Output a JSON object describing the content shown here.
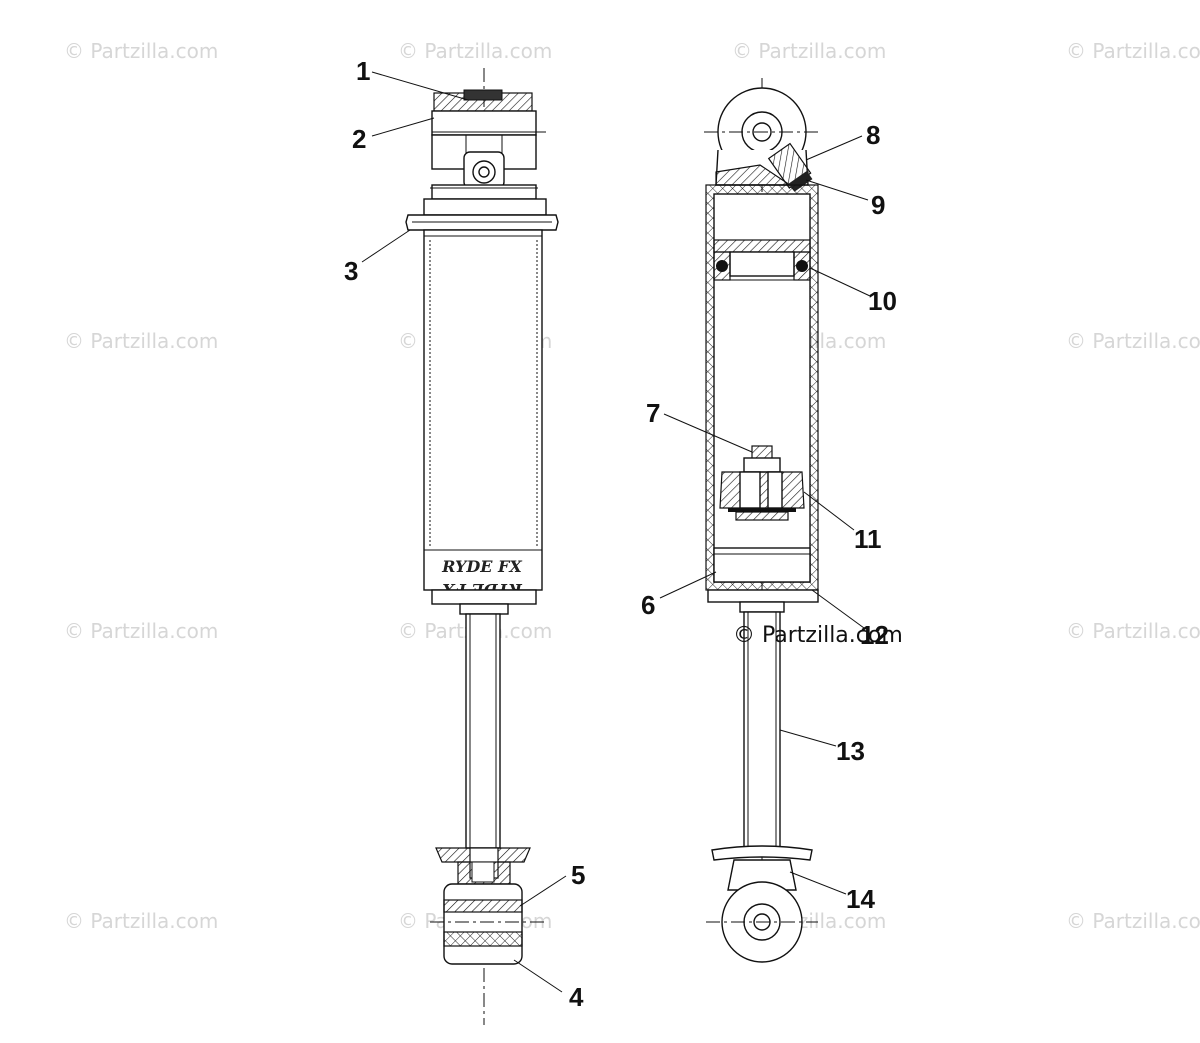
{
  "watermark_text": "© Partzilla.com",
  "copyright_stamp": "© Partzilla.com",
  "shock_logo_text": "RYDE FX",
  "callouts": [
    {
      "id": "1",
      "label": "1"
    },
    {
      "id": "2",
      "label": "2"
    },
    {
      "id": "3",
      "label": "3"
    },
    {
      "id": "4",
      "label": "4"
    },
    {
      "id": "5",
      "label": "5"
    },
    {
      "id": "6",
      "label": "6"
    },
    {
      "id": "7",
      "label": "7"
    },
    {
      "id": "8",
      "label": "8"
    },
    {
      "id": "9",
      "label": "9"
    },
    {
      "id": "10",
      "label": "10"
    },
    {
      "id": "11",
      "label": "11"
    },
    {
      "id": "12",
      "label": "12"
    },
    {
      "id": "13",
      "label": "13"
    },
    {
      "id": "14",
      "label": "14"
    }
  ]
}
